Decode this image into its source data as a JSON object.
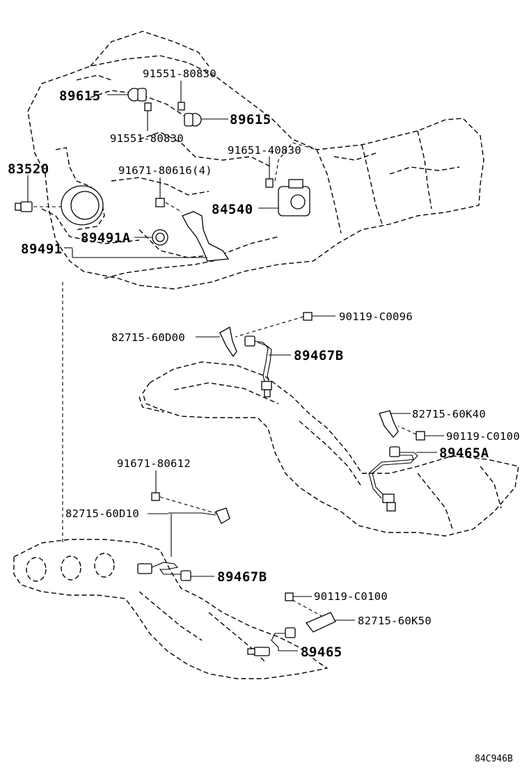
{
  "diagram": {
    "labels": {
      "l89615a": "89615",
      "l91551a": "91551-80830",
      "l89615b": "89615",
      "l91551b": "91551-80830",
      "l83520": "83520",
      "l91651": "91651-40830",
      "l91671a": "91671-80616(4)",
      "l84540": "84540",
      "l89491": "89491",
      "l89491A": "89491A",
      "l90119a": "90119-C0096",
      "l82715a": "82715-60D00",
      "l89467Ba": "89467B",
      "l82715b": "82715-60K40",
      "l90119b": "90119-C0100",
      "l89465A": "89465A",
      "l91671b": "91671-80612",
      "l82715c": "82715-60D10",
      "l89467Bb": "89467B",
      "l90119c": "90119-C0100",
      "l82715d": "82715-60K50",
      "l89465": "89465",
      "code": "84C946B"
    }
  }
}
